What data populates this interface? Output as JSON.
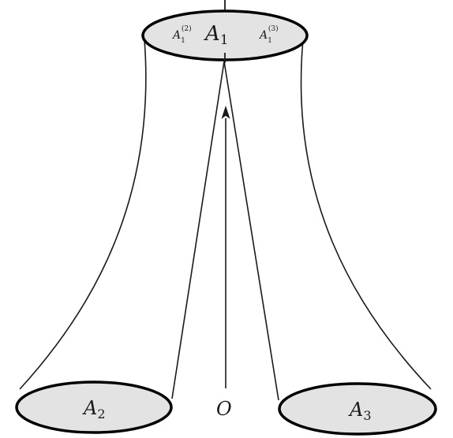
{
  "diagram": {
    "top_disk": {
      "label_main": "A",
      "label_main_sub": "1",
      "label_left": "A",
      "label_left_sub": "1",
      "label_left_sup": "(2)",
      "label_right": "A",
      "label_right_sub": "1",
      "label_right_sup": "(3)"
    },
    "bottom_left_disk": {
      "label": "A",
      "label_sub": "2"
    },
    "bottom_right_disk": {
      "label": "A",
      "label_sub": "3"
    },
    "origin": {
      "label": "O"
    },
    "colors": {
      "disk_fill": "#e3e3e3",
      "stroke": "#1a1a1a",
      "background": "#ffffff"
    }
  }
}
